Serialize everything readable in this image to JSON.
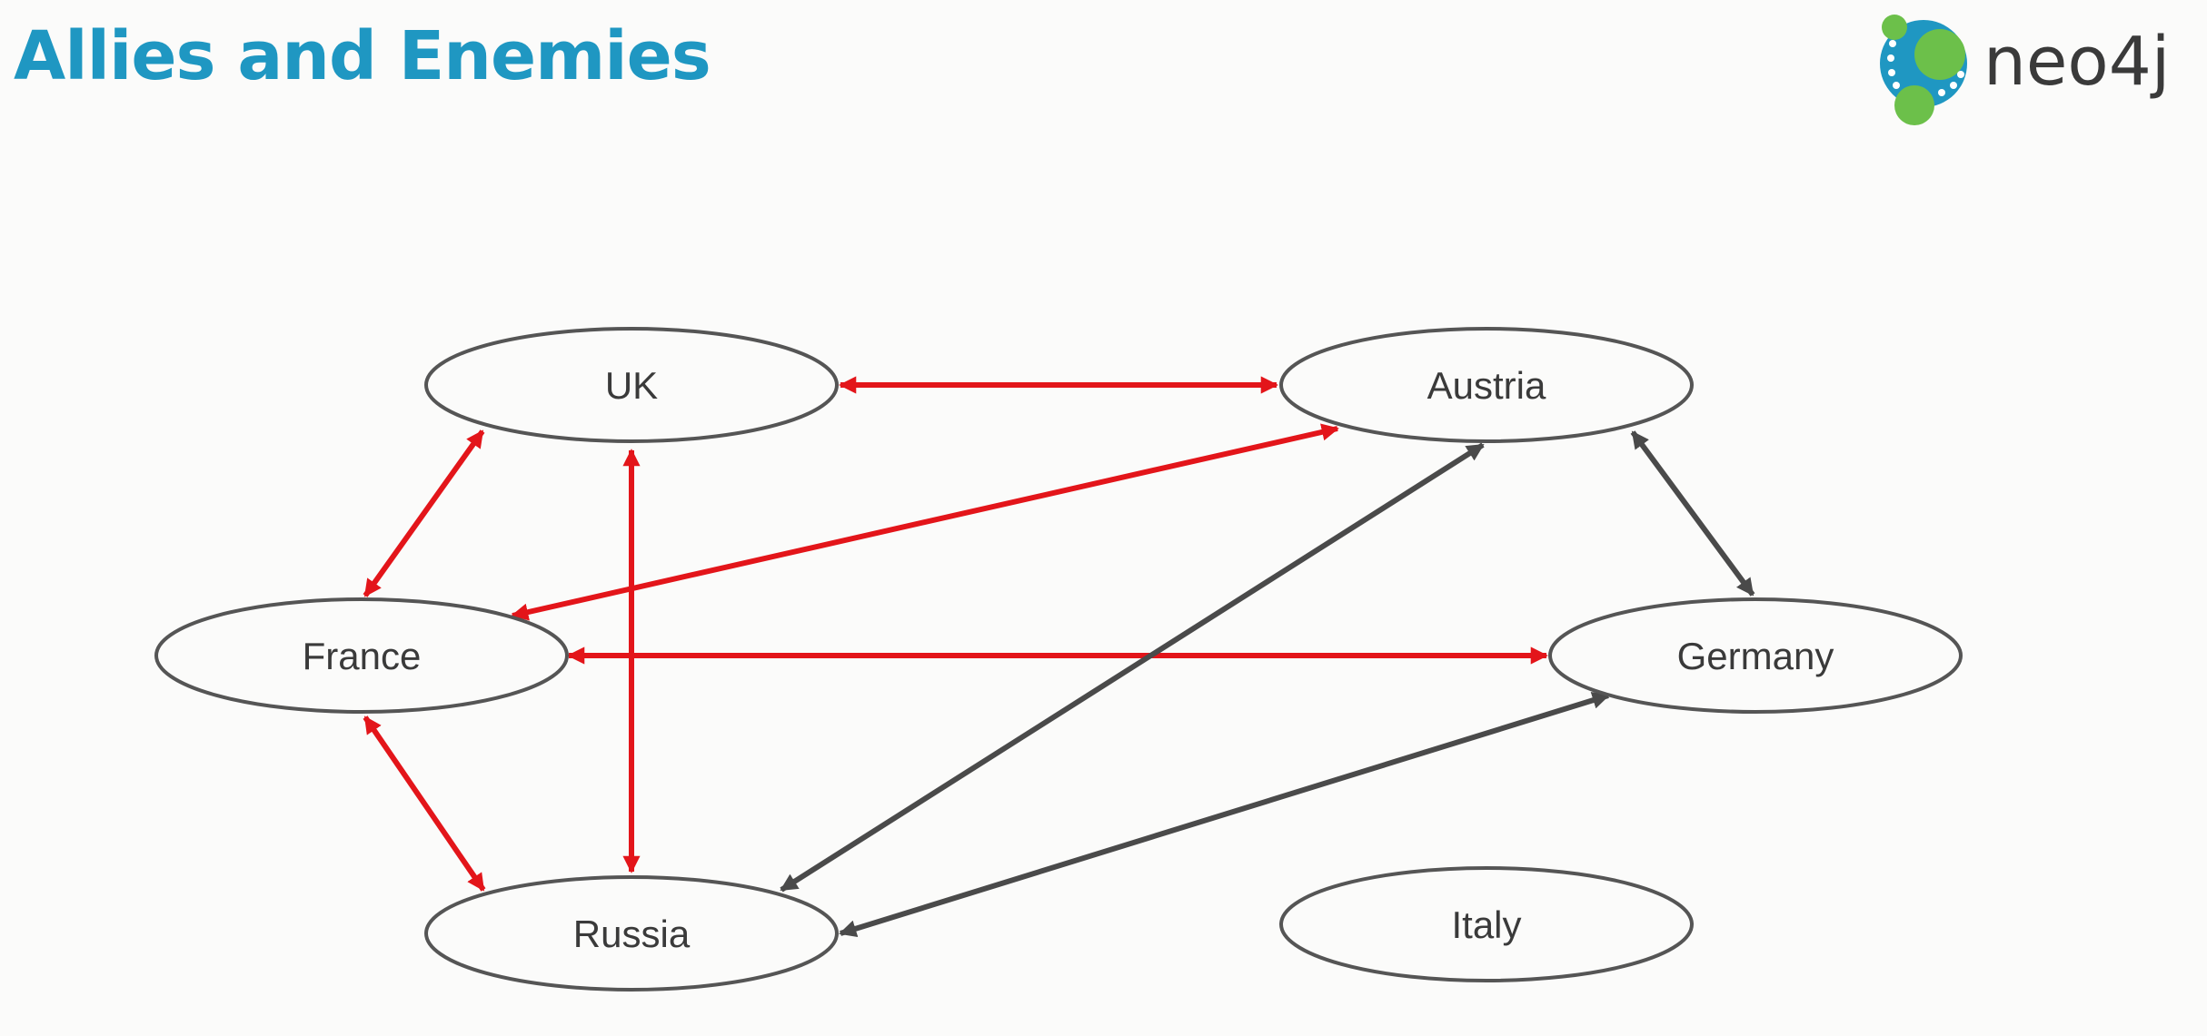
{
  "slide": {
    "title": "Allies and Enemies",
    "logo_text": "neo4j"
  },
  "colors": {
    "title": "#1f97c2",
    "enemy_edge": "#e3151a",
    "ally_edge": "#4a4a4a",
    "node_border": "#555555",
    "logo_blue": "#1f97c2",
    "logo_green": "#6cc04a"
  },
  "nodes": [
    {
      "id": "uk",
      "label": "UK"
    },
    {
      "id": "austria",
      "label": "Austria"
    },
    {
      "id": "france",
      "label": "France"
    },
    {
      "id": "germany",
      "label": "Germany"
    },
    {
      "id": "russia",
      "label": "Russia"
    },
    {
      "id": "italy",
      "label": "Italy"
    }
  ],
  "edges": [
    {
      "from": "uk",
      "to": "austria",
      "relation": "enemy",
      "color": "red",
      "bidirectional": true
    },
    {
      "from": "uk",
      "to": "france",
      "relation": "enemy",
      "color": "red",
      "bidirectional": true
    },
    {
      "from": "uk",
      "to": "russia",
      "relation": "enemy",
      "color": "red",
      "bidirectional": true
    },
    {
      "from": "france",
      "to": "austria",
      "relation": "enemy",
      "color": "red",
      "bidirectional": true
    },
    {
      "from": "france",
      "to": "germany",
      "relation": "enemy",
      "color": "red",
      "bidirectional": true
    },
    {
      "from": "france",
      "to": "russia",
      "relation": "enemy",
      "color": "red",
      "bidirectional": true
    },
    {
      "from": "austria",
      "to": "germany",
      "relation": "ally",
      "color": "gray",
      "bidirectional": true
    },
    {
      "from": "austria",
      "to": "russia",
      "relation": "ally",
      "color": "gray",
      "bidirectional": true
    },
    {
      "from": "germany",
      "to": "russia",
      "relation": "ally",
      "color": "gray",
      "bidirectional": true
    }
  ]
}
